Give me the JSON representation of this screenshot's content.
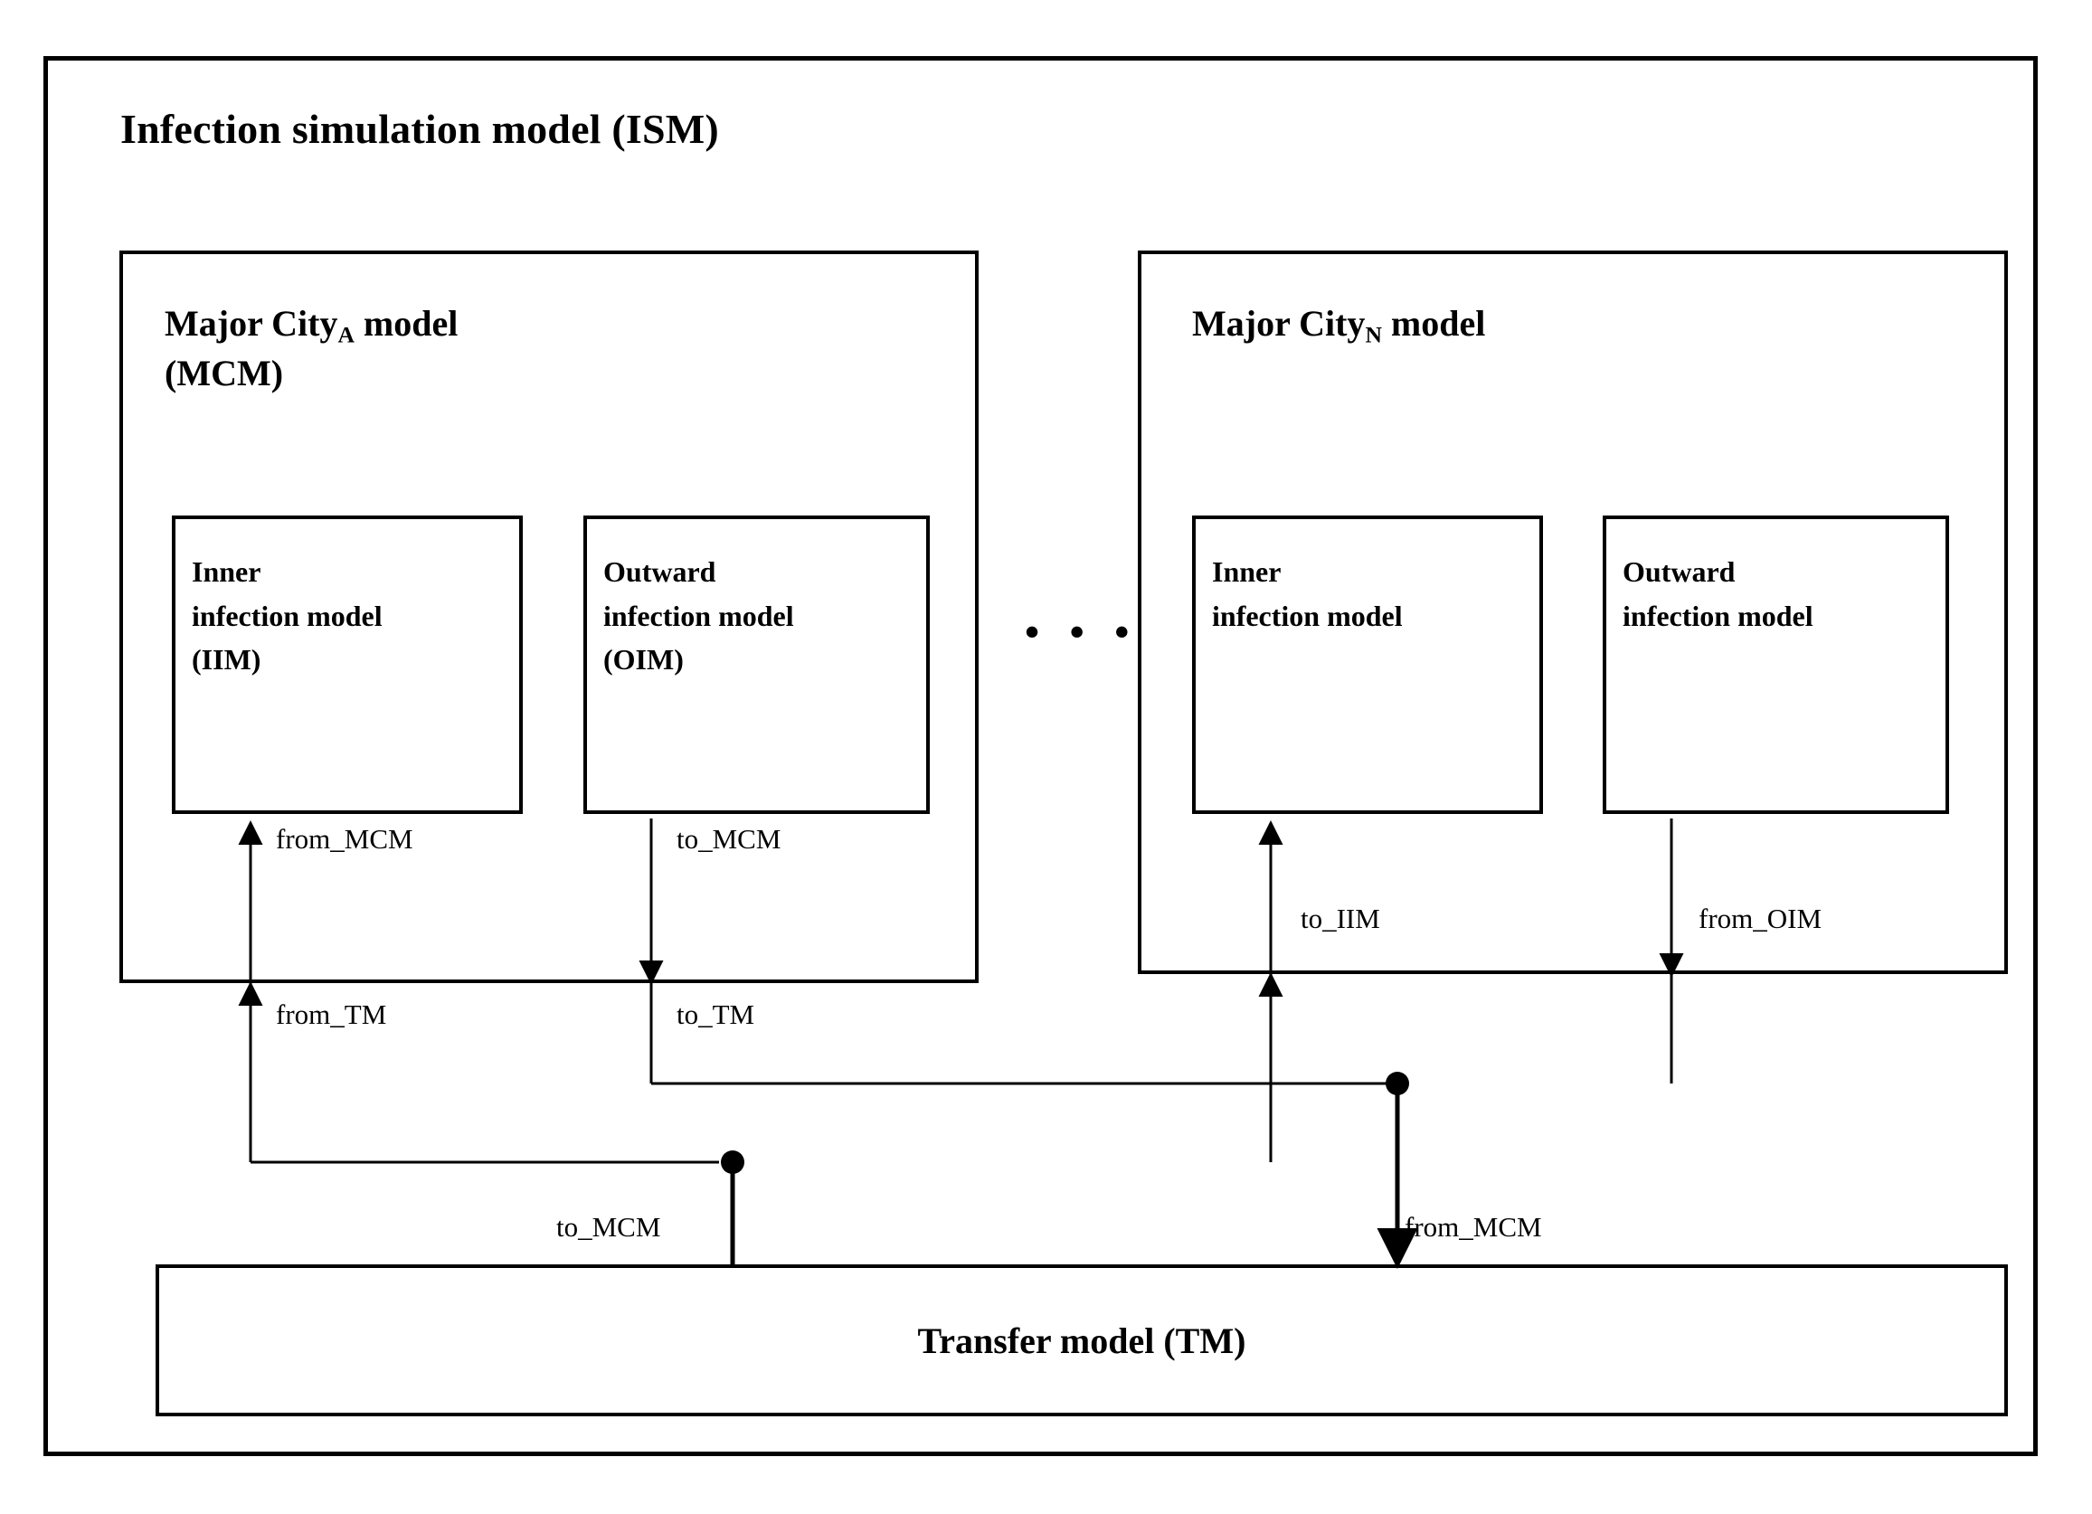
{
  "diagram": {
    "title": "Infection simulation model (ISM)",
    "groups": [
      {
        "id": "mcm-a",
        "title_prefix": "Major City",
        "title_sub": "A",
        "title_suffix": " model",
        "title_line2": "(MCM)",
        "boxes": [
          {
            "id": "iim-a",
            "line1": "Inner",
            "line2": "infection  model",
            "line3": "(IIM)"
          },
          {
            "id": "oim-a",
            "line1": "Outward",
            "line2": "infection  model",
            "line3": "(OIM)"
          }
        ]
      },
      {
        "id": "mcm-n",
        "title_prefix": "Major City",
        "title_sub": "N",
        "title_suffix": " model",
        "title_line2": "",
        "boxes": [
          {
            "id": "iim-n",
            "line1": "Inner",
            "line2": "infection  model",
            "line3": ""
          },
          {
            "id": "oim-n",
            "line1": "Outward",
            "line2": "infection  model",
            "line3": ""
          }
        ]
      }
    ],
    "ellipsis": "• • •",
    "transfer_model": {
      "label": "Transfer model (TM)"
    },
    "edge_labels": {
      "from_mcm_a": "from_MCM",
      "to_mcm_a": "to_MCM",
      "from_tm": "from_TM",
      "to_tm": "to_TM",
      "to_iim": "to_IIM",
      "from_oim": "from_OIM",
      "to_mcm_bottom": "to_MCM",
      "from_mcm_bottom": "from_MCM"
    },
    "colors": {
      "stroke": "#000000",
      "background": "#ffffff"
    }
  }
}
